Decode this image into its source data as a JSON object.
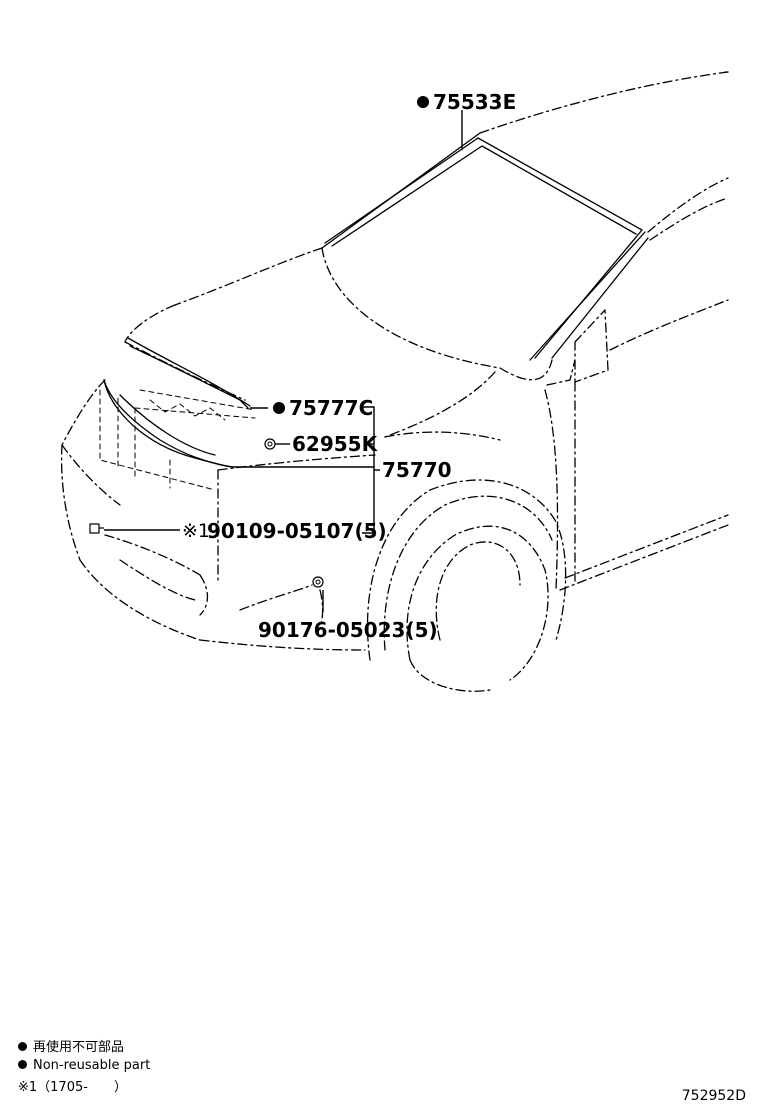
{
  "parts": [
    {
      "id": "75533E",
      "label": "75533E",
      "non_reusable": true
    },
    {
      "id": "75777C",
      "label": "75777C",
      "non_reusable": true
    },
    {
      "id": "62955K",
      "label": "62955K",
      "non_reusable": false
    },
    {
      "id": "75770",
      "label": "75770",
      "non_reusable": false
    },
    {
      "id": "90109-05107",
      "label": "90109-05107(5)",
      "prefix": "※1",
      "non_reusable": false
    },
    {
      "id": "90176-05023",
      "label": "90176-05023(5)",
      "non_reusable": false
    }
  ],
  "legend": {
    "line_jp": "再使用不可部品",
    "line_en": "Non-reusable part",
    "note": "※1（1705-　　）"
  },
  "diagram_code": "752952D"
}
